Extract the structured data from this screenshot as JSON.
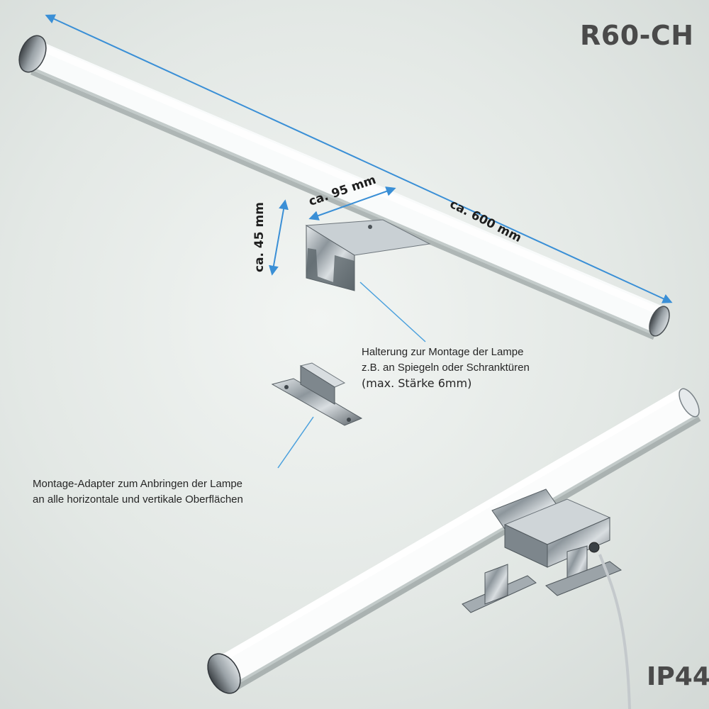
{
  "product": {
    "model": "R60-CH",
    "ip_rating": "IP44"
  },
  "dimensions": {
    "length": "ca. 600 mm",
    "depth": "ca. 95 mm",
    "height": "ca. 45 mm"
  },
  "annotations": {
    "bracket": {
      "line1": "Halterung zur Montage der Lampe",
      "line2": "z.B. an Spiegeln oder Schranktüren",
      "line3": "(max. Stärke 6mm)"
    },
    "adapter": {
      "line1": "Montage-Adapter zum Anbringen der Lampe",
      "line2": "an alle horizontale und vertikale Oberflächen"
    }
  },
  "colors": {
    "dimension_line": "#3a8fd6",
    "leader_line": "#4aa0dd",
    "chrome": "#a8b0b5"
  }
}
